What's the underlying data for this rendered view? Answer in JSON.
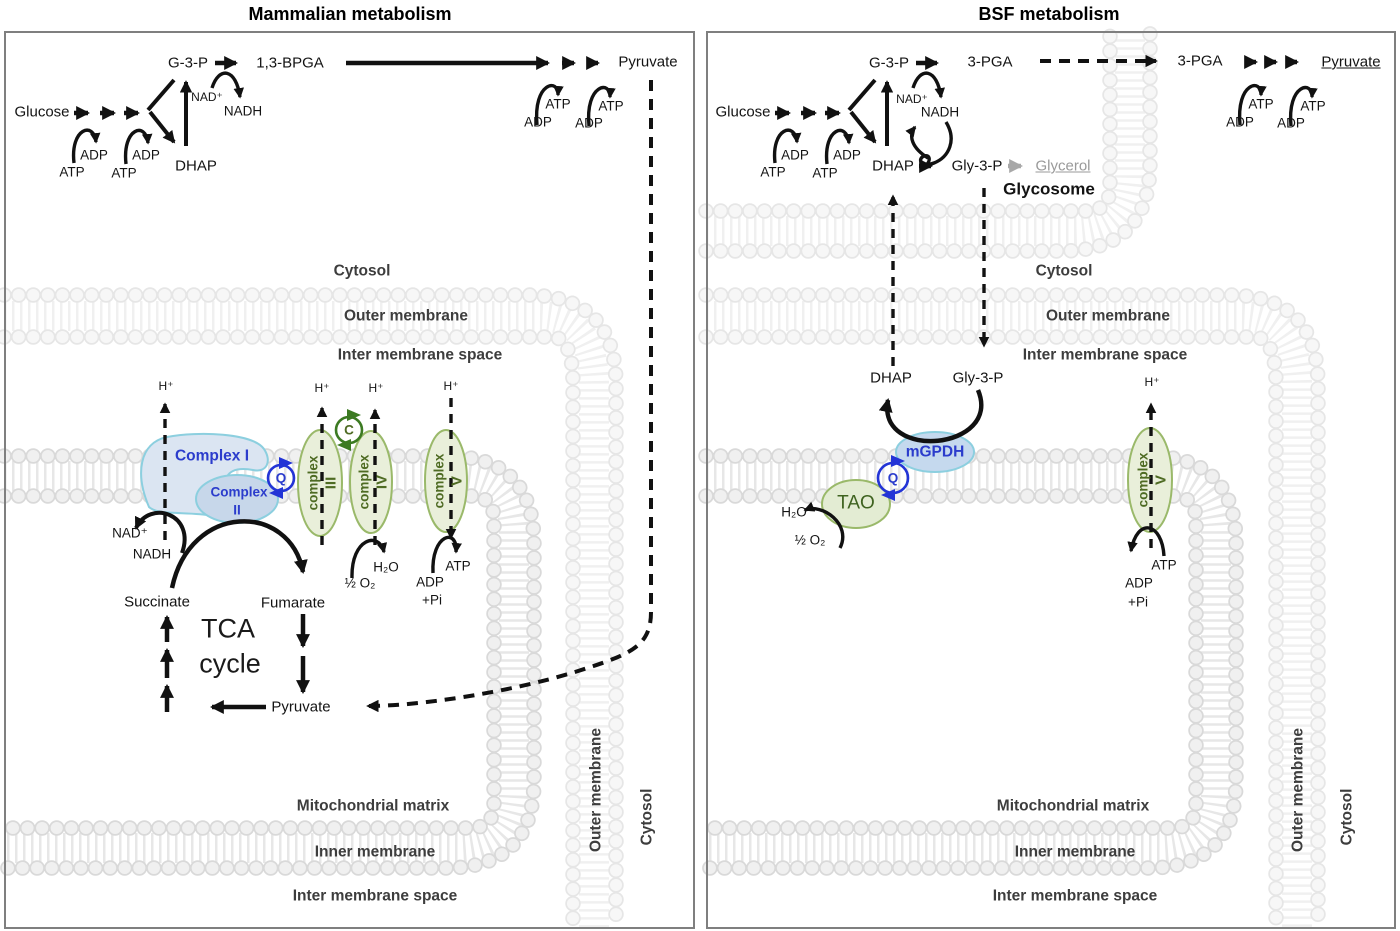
{
  "tokens": {
    "glucose": "Glucose",
    "g3p": "G-3-P",
    "dhap": "DHAP",
    "pyruvate": "Pyruvate",
    "atp": "ATP",
    "adp": "ADP",
    "pi": "+Pi",
    "nad": "NAD⁺",
    "nadh": "NADH",
    "h_plus": "H⁺",
    "h2o": "H₂O",
    "half_o2": "½ O₂",
    "q": "Q",
    "cytosol": "Cytosol",
    "outer_membrane_h": "Outer  membrane",
    "outer_membrane_v": "Outer  membrane",
    "inter_membrane_space": "Inter membrane space",
    "inner_membrane": "Inner membrane",
    "mito_matrix": "Mitochondrial matrix",
    "complex_word": "complex"
  },
  "left": {
    "title": "Mammalian metabolism",
    "bpga": "1,3-BPGA",
    "complex1": "Complex I",
    "complex2a": "Complex",
    "complex2b": "II",
    "c": "C",
    "r3": "III",
    "r4": "IV",
    "r5": "V",
    "succinate": "Succinate",
    "fumarate": "Fumarate",
    "tca1": "TCA",
    "tca2": "cycle"
  },
  "right": {
    "title": "BSF metabolism",
    "pga": "3-PGA",
    "gly3p": "Gly-3-P",
    "glycerol": "Glycerol",
    "glycosome": "Glycosome",
    "mgpdh": "mGPDH",
    "tao": "TAO",
    "r5": "V"
  },
  "colors": {
    "blue_text": "#2b3ccc",
    "green_text": "#4e6b23",
    "teal_stroke": "#8ccfdf",
    "complex_fill": "#e9efda",
    "complex_stroke": "#9ab96a",
    "complex1_fill": "#dbe5f2",
    "complex2_fill": "#c7d7ea",
    "mgpdh_fill": "#c5d9ee",
    "tao_fill": "#e3ecd3",
    "membrane_gray": "#e7e7e7",
    "gray_text": "#9a9a9a"
  }
}
